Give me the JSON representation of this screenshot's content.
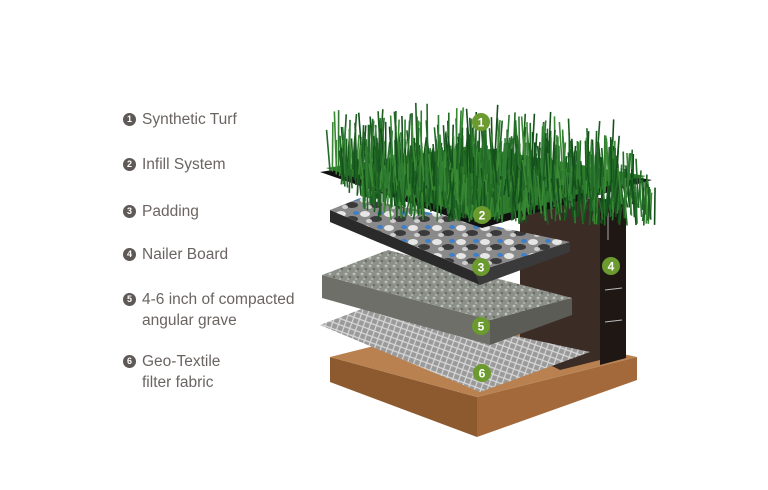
{
  "legend": [
    {
      "number": "1",
      "label": "Synthetic Turf"
    },
    {
      "number": "2",
      "label": "Infill System"
    },
    {
      "number": "3",
      "label": "Padding"
    },
    {
      "number": "4",
      "label": "Nailer Board"
    },
    {
      "number": "5",
      "label": "4-6 inch of compacted",
      "label2": "angular grave"
    },
    {
      "number": "6",
      "label": "Geo-Textile",
      "label2": "filter fabric"
    }
  ],
  "badges": [
    "1",
    "2",
    "3",
    "4",
    "5",
    "6"
  ],
  "colors": {
    "badge": "#6b9a2f",
    "text": "#6a6462",
    "turf": "#1f6b2a",
    "soil": "#a4693a"
  }
}
